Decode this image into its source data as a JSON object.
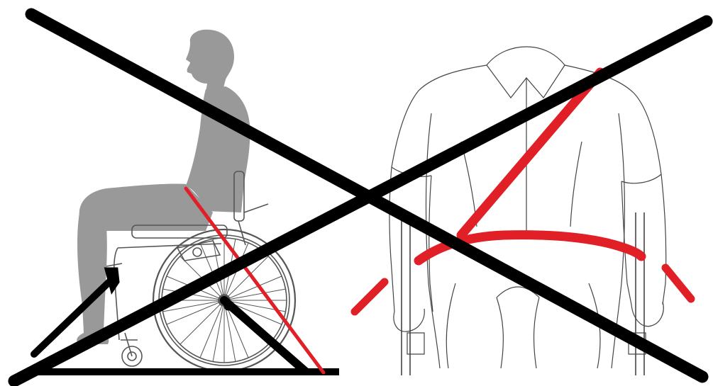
{
  "illustration": {
    "colors": {
      "background": "#ffffff",
      "silhouette": "#999999",
      "outline": "#555555",
      "strap": "#e01f26",
      "cross": "#000000",
      "tiedown": "#000000"
    },
    "icons": [
      "seated-person-silhouette",
      "wheelchair",
      "person-front-outline",
      "incorrect-cross-mark"
    ]
  }
}
